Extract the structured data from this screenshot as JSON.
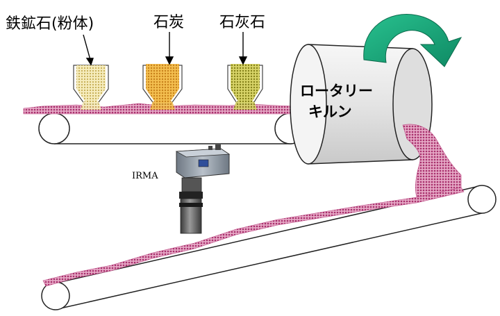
{
  "materials": [
    {
      "label": "鉄鉱石(粉体)",
      "color": "#f3e6a6",
      "dot": "#c9b45c"
    },
    {
      "label": "石炭",
      "color": "#f0b43c",
      "dot": "#c8861c"
    },
    {
      "label": "石灰石",
      "color": "#cfcc55",
      "dot": "#8f8a22"
    }
  ],
  "kiln": {
    "line1": "ロータリー",
    "line2": "キルン"
  },
  "sensor": {
    "label": "IRMA"
  },
  "colors": {
    "material_flow": "#b9407e",
    "arrow": "#1aa57c",
    "kiln_body": "#ececec",
    "sensor_body": "#9aa4b0"
  }
}
